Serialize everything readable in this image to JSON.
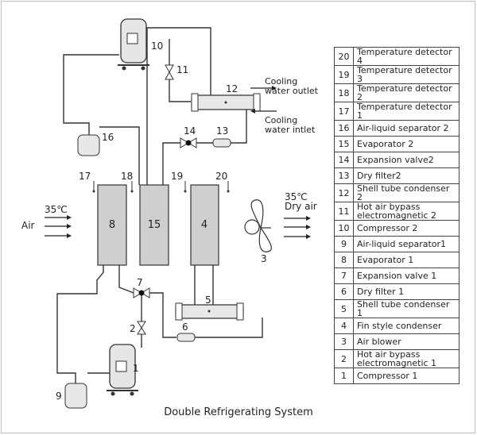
{
  "title": "Double Refrigerating System",
  "labels": {
    "air": "Air",
    "temp_in": "35℃",
    "temp_out": "35℃",
    "dry_air": "Dry air",
    "cooling_water_outlet_1": "Cooling",
    "cooling_water_outlet_2": "water outlet",
    "cooling_water_inlet_1": "Cooling",
    "cooling_water_inlet_2": "water intlet"
  },
  "numbers": {
    "n1": "1",
    "n2": "2",
    "n3": "3",
    "n4": "4",
    "n5": "5",
    "n6": "6",
    "n7": "7",
    "n8": "8",
    "n9": "9",
    "n10": "10",
    "n11": "11",
    "n12": "12",
    "n13": "13",
    "n14": "14",
    "n15": "15",
    "n16": "16",
    "n17": "17",
    "n18": "18",
    "n19": "19",
    "n20": "20"
  },
  "legend": [
    {
      "num": "20",
      "name": "Temperature detector 4"
    },
    {
      "num": "19",
      "name": "Temperature detector 3"
    },
    {
      "num": "18",
      "name": "Temperature detector 2"
    },
    {
      "num": "17",
      "name": "Temperature detector 1"
    },
    {
      "num": "16",
      "name": "Air-liquid separator 2"
    },
    {
      "num": "15",
      "name": "Evaporator 2"
    },
    {
      "num": "14",
      "name": "Expansion valve2"
    },
    {
      "num": "13",
      "name": "Dry filter2"
    },
    {
      "num": "12",
      "name": "Shell tube condenser 2"
    },
    {
      "num": "11",
      "name": "Hot air bypass electromagnetic 2"
    },
    {
      "num": "10",
      "name": "Compressor 2"
    },
    {
      "num": "9",
      "name": "Air-liquid separator1"
    },
    {
      "num": "8",
      "name": "Evaporator 1"
    },
    {
      "num": "7",
      "name": "Expansion valve 1"
    },
    {
      "num": "6",
      "name": "Dry filter 1"
    },
    {
      "num": "5",
      "name": "Shell tube condenser 1"
    },
    {
      "num": "4",
      "name": "Fin style condenser"
    },
    {
      "num": "3",
      "name": "Air blower"
    },
    {
      "num": "2",
      "name": "Hot air bypass electromagnetic 1"
    },
    {
      "num": "1",
      "name": "Compressor 1"
    }
  ]
}
